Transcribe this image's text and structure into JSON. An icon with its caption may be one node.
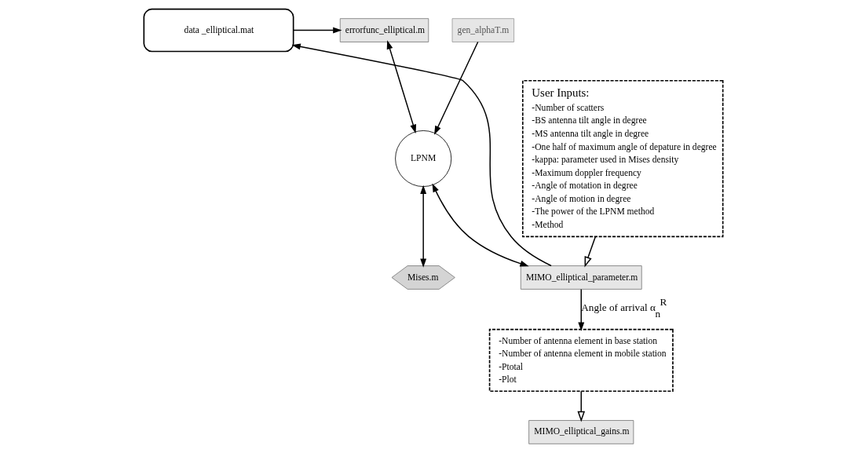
{
  "diagram": {
    "nodes": [
      {
        "text": [
          "errorfunc_elliptical.m"
        ]
      },
      {
        "text": [
          "data _elliptical.mat"
        ]
      },
      {
        "text": [
          "LPNM"
        ]
      },
      {
        "text": [
          "Mises.m"
        ]
      },
      {
        "text": [
          "MIMO_elliptical_parameter.m"
        ]
      },
      {
        "text": [
          "gen_alphaT.m"
        ]
      },
      {
        "text": [
          "User Inputs:",
          "-Number of scatters",
          "-BS antenna tilt angle in degree",
          "-MS antenna tilt angle in degree",
          "-One half of maximum angle of depature in degree",
          "-kappa: parameter used in Mises density",
          "-Maximum doppler frequency",
          "-Angle of motation in degree",
          "-Angle of motion in degree",
          "-The power of the LPNM method",
          "-Method"
        ]
      },
      {
        "text": [
          "-Number of antenna element in base station",
          "-Number of antenna element in mobile station",
          "-Ptotal",
          "-Plot"
        ]
      },
      {
        "text": [
          "MIMO_elliptical_gains.m"
        ]
      }
    ],
    "edges": [
      {
        "from": 1,
        "to": 0,
        "arrow": "to"
      },
      {
        "from": 0,
        "to": 2,
        "arrow": "both"
      },
      {
        "from": 3,
        "to": 2,
        "arrow": "both"
      },
      {
        "from": 5,
        "to": 2,
        "arrow": "to"
      },
      {
        "from": 2,
        "to": 4,
        "arrow": "both"
      },
      {
        "from": 4,
        "to": 1,
        "arrow": "to"
      },
      {
        "from": 6,
        "to": 4,
        "arrow": "to"
      },
      {
        "from": 4,
        "to": 7,
        "arrow": "to",
        "label": "Angle of arrival α$_{n}$$^{R}$"
      },
      {
        "from": 7,
        "to": 8,
        "arrow": "to"
      }
    ]
  }
}
